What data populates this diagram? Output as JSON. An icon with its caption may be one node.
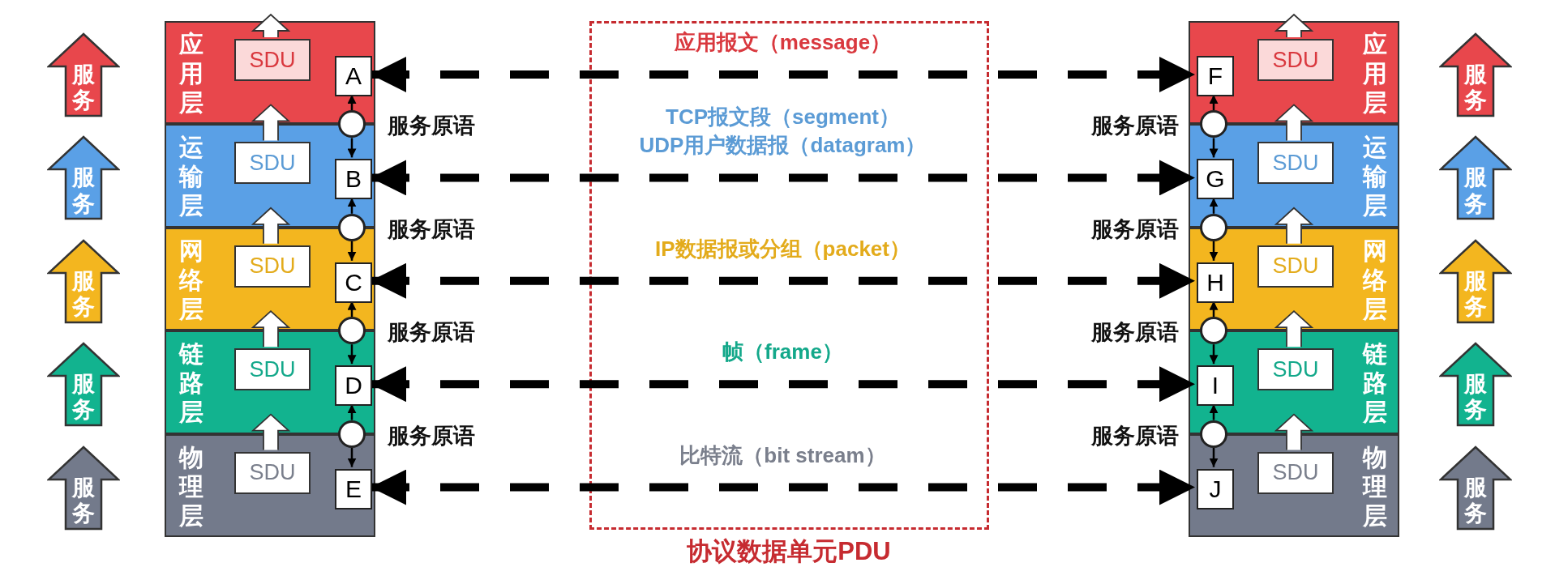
{
  "diagram": {
    "nodes": [
      {
        "text": [
          "服务"
        ]
      },
      {
        "text": [
          "服务"
        ]
      },
      {
        "text": [
          "服务"
        ]
      },
      {
        "text": [
          "服务"
        ]
      },
      {
        "text": [
          "服务"
        ]
      },
      {
        "text": [
          "应用层"
        ]
      },
      {
        "text": [
          "SDU"
        ],
        "in": 5
      },
      {
        "text": [
          "A"
        ],
        "in": 5
      },
      {
        "text": [],
        "shape": "circle",
        "beside": [
          "服务原语"
        ]
      },
      {
        "text": [
          "运输层"
        ]
      },
      {
        "text": [
          "SDU"
        ],
        "in": 9
      },
      {
        "text": [
          "B"
        ],
        "in": 9
      },
      {
        "text": [],
        "shape": "circle",
        "beside": [
          "服务原语"
        ]
      },
      {
        "text": [
          "网络层"
        ]
      },
      {
        "text": [
          "SDU"
        ],
        "in": 13
      },
      {
        "text": [
          "C"
        ],
        "in": 13
      },
      {
        "text": [],
        "shape": "circle",
        "beside": [
          "服务原语"
        ]
      },
      {
        "text": [
          "链路层"
        ]
      },
      {
        "text": [
          "SDU"
        ],
        "in": 17
      },
      {
        "text": [
          "D"
        ],
        "in": 17
      },
      {
        "text": [],
        "shape": "circle",
        "beside": [
          "服务原语"
        ]
      },
      {
        "text": [
          "物理层"
        ]
      },
      {
        "text": [
          "SDU"
        ],
        "in": 21
      },
      {
        "text": [
          "E"
        ],
        "in": 21
      },
      {
        "text": [
          "应用层"
        ]
      },
      {
        "text": [
          "SDU"
        ],
        "in": 24
      },
      {
        "text": [
          "F"
        ],
        "in": 24
      },
      {
        "text": [],
        "shape": "circle",
        "beside": [
          "服务原语"
        ]
      },
      {
        "text": [
          "运输层"
        ]
      },
      {
        "text": [
          "SDU"
        ],
        "in": 28
      },
      {
        "text": [
          "G"
        ],
        "in": 28
      },
      {
        "text": [],
        "shape": "circle",
        "beside": [
          "服务原语"
        ]
      },
      {
        "text": [
          "网络层"
        ]
      },
      {
        "text": [
          "SDU"
        ],
        "in": 32
      },
      {
        "text": [
          "H"
        ],
        "in": 32
      },
      {
        "text": [],
        "shape": "circle",
        "beside": [
          "服务原语"
        ]
      },
      {
        "text": [
          "链路层"
        ]
      },
      {
        "text": [
          "SDU"
        ],
        "in": 36
      },
      {
        "text": [
          "I"
        ],
        "in": 36
      },
      {
        "text": [],
        "shape": "circle",
        "beside": [
          "服务原语"
        ]
      },
      {
        "text": [
          "物理层"
        ]
      },
      {
        "text": [
          "SDU"
        ],
        "in": 40
      },
      {
        "text": [
          "J"
        ],
        "in": 40
      },
      {
        "text": [
          "服务"
        ]
      },
      {
        "text": [
          "服务"
        ]
      },
      {
        "text": [
          "服务"
        ]
      },
      {
        "text": [
          "服务"
        ]
      },
      {
        "text": [
          "服务"
        ]
      }
    ],
    "edges": [
      {
        "from": 7,
        "to": 26,
        "arrow": "both",
        "style": "dashed",
        "label": "应用报文（message）"
      },
      {
        "from": 11,
        "to": 30,
        "arrow": "both",
        "style": "dashed",
        "label": "TCP报文段（segment） UDP用户数据报（datagram）"
      },
      {
        "from": 15,
        "to": 34,
        "arrow": "both",
        "style": "dashed",
        "label": "IP数据报或分组（packet）"
      },
      {
        "from": 19,
        "to": 38,
        "arrow": "both",
        "style": "dashed",
        "label": "帧（frame）"
      },
      {
        "from": 23,
        "to": 42,
        "arrow": "both",
        "style": "dashed",
        "label": "比特流（bit stream）"
      },
      {
        "from": 8,
        "to": 7,
        "arrow": "to"
      },
      {
        "from": 8,
        "to": 11,
        "arrow": "to"
      },
      {
        "from": 12,
        "to": 11,
        "arrow": "to"
      },
      {
        "from": 12,
        "to": 15,
        "arrow": "to"
      },
      {
        "from": 16,
        "to": 15,
        "arrow": "to"
      },
      {
        "from": 16,
        "to": 19,
        "arrow": "to"
      },
      {
        "from": 20,
        "to": 19,
        "arrow": "to"
      },
      {
        "from": 20,
        "to": 23,
        "arrow": "to"
      },
      {
        "from": 27,
        "to": 26,
        "arrow": "to"
      },
      {
        "from": 27,
        "to": 30,
        "arrow": "to"
      },
      {
        "from": 31,
        "to": 30,
        "arrow": "to"
      },
      {
        "from": 31,
        "to": 34,
        "arrow": "to"
      },
      {
        "from": 35,
        "to": 34,
        "arrow": "to"
      },
      {
        "from": 35,
        "to": 38,
        "arrow": "to"
      },
      {
        "from": 39,
        "to": 38,
        "arrow": "to"
      },
      {
        "from": 39,
        "to": 42,
        "arrow": "to"
      },
      {
        "from": 6,
        "to": null,
        "arrow": "to",
        "color": "#ffffff"
      },
      {
        "from": 10,
        "to": 5,
        "arrow": "to",
        "color": "#ffffff"
      },
      {
        "from": 14,
        "to": 9,
        "arrow": "to",
        "color": "#ffffff"
      },
      {
        "from": 18,
        "to": 13,
        "arrow": "to",
        "color": "#ffffff"
      },
      {
        "from": 22,
        "to": 17,
        "arrow": "to",
        "color": "#ffffff"
      },
      {
        "from": 25,
        "to": null,
        "arrow": "to",
        "color": "#ffffff"
      },
      {
        "from": 29,
        "to": 24,
        "arrow": "to",
        "color": "#ffffff"
      },
      {
        "from": 33,
        "to": 28,
        "arrow": "to",
        "color": "#ffffff"
      },
      {
        "from": 37,
        "to": 32,
        "arrow": "to",
        "color": "#ffffff"
      },
      {
        "from": 41,
        "to": 36,
        "arrow": "to",
        "color": "#ffffff"
      }
    ],
    "labels": [
      "协议数据单元PDU"
    ]
  }
}
